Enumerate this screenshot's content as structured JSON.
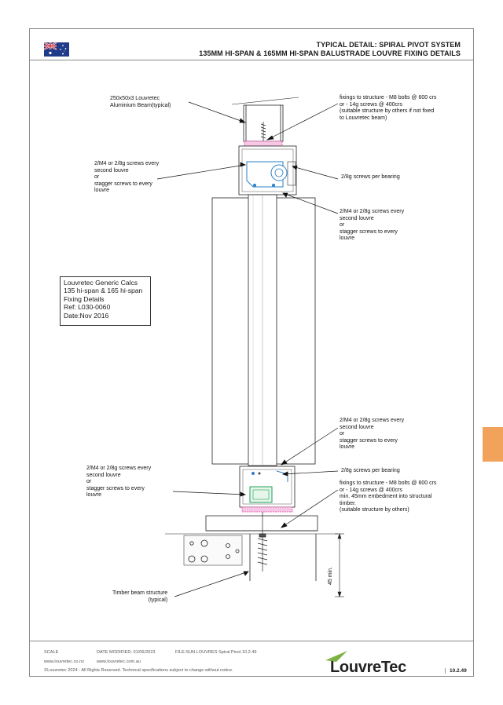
{
  "header": {
    "title_line1": "TYPICAL DETAIL: SPIRAL PIVOT SYSTEM",
    "title_line2": "135MM HI-SPAN & 165MM HI-SPAN BALUSTRADE LOUVRE FIXING DETAILS"
  },
  "labels": {
    "beam": "250x50x3 Louvretec\nAluminium Beam(typical)",
    "fix_top": "fixings to structure - M8 bolts @ 600 crs\nor                         - 14g screws @ 400crs\n(suitable structure by others if not fixed\nto Louvretec beam)",
    "screws_top_left": "2/M4 or 2/8g screws every\nsecond louvre\nor\nstagger screws to every\nlouvre",
    "bearing_top": "2/8g screws per bearing",
    "screws_top_right": "2/M4 or 2/8g screws every\nsecond louvre\nor\nstagger screws to every\nlouvre",
    "screws_bottom_right": "2/M4 or 2/8g screws every\nsecond louvre\nor\nstagger screws to every\nlouvre",
    "screws_bottom_left": "2/M4 or 2/8g screws every\nsecond louvre\nor\nstagger screws to every\nlouvre",
    "bearing_bottom": "2/8g screws per bearing",
    "fix_bottom": "fixings to structure - M8 bolts @ 600 crs\nor                         - 14g screws @ 400crs\nmin. 45mm embedment into structural\ntimber.\n(suitable structure by others)",
    "timber": "Timber beam structure\n(typical)",
    "dim": "45 min."
  },
  "calc_box": "Louvretec Generic Calcs\n135 hi-span & 165 hi-span\nFixing Details\nRef: L030-0060\nDate:Nov 2016",
  "footer": {
    "scale": "SCALE",
    "date_modified": "DATE MODIFIED: 01/06/2023",
    "file": "FILE:SUN LOUVRES Spiral Pivot 10.2.49",
    "web_nz": "www.louvretec.co.nz",
    "web_au": "www.louvretec.com.au",
    "copyright": "©Louvretec 2024 - All Rights Reserved. Technical specifications subject to change without notice.",
    "brand": "LouvreTec",
    "page": "10.2.49"
  },
  "colors": {
    "accent_tab": "#f2a35b",
    "logo_green": "#7cb342",
    "bracket_blue": "#2a7fc7",
    "pink_pad": "#e04aa6",
    "frame_gray": "#8a8a8a"
  }
}
